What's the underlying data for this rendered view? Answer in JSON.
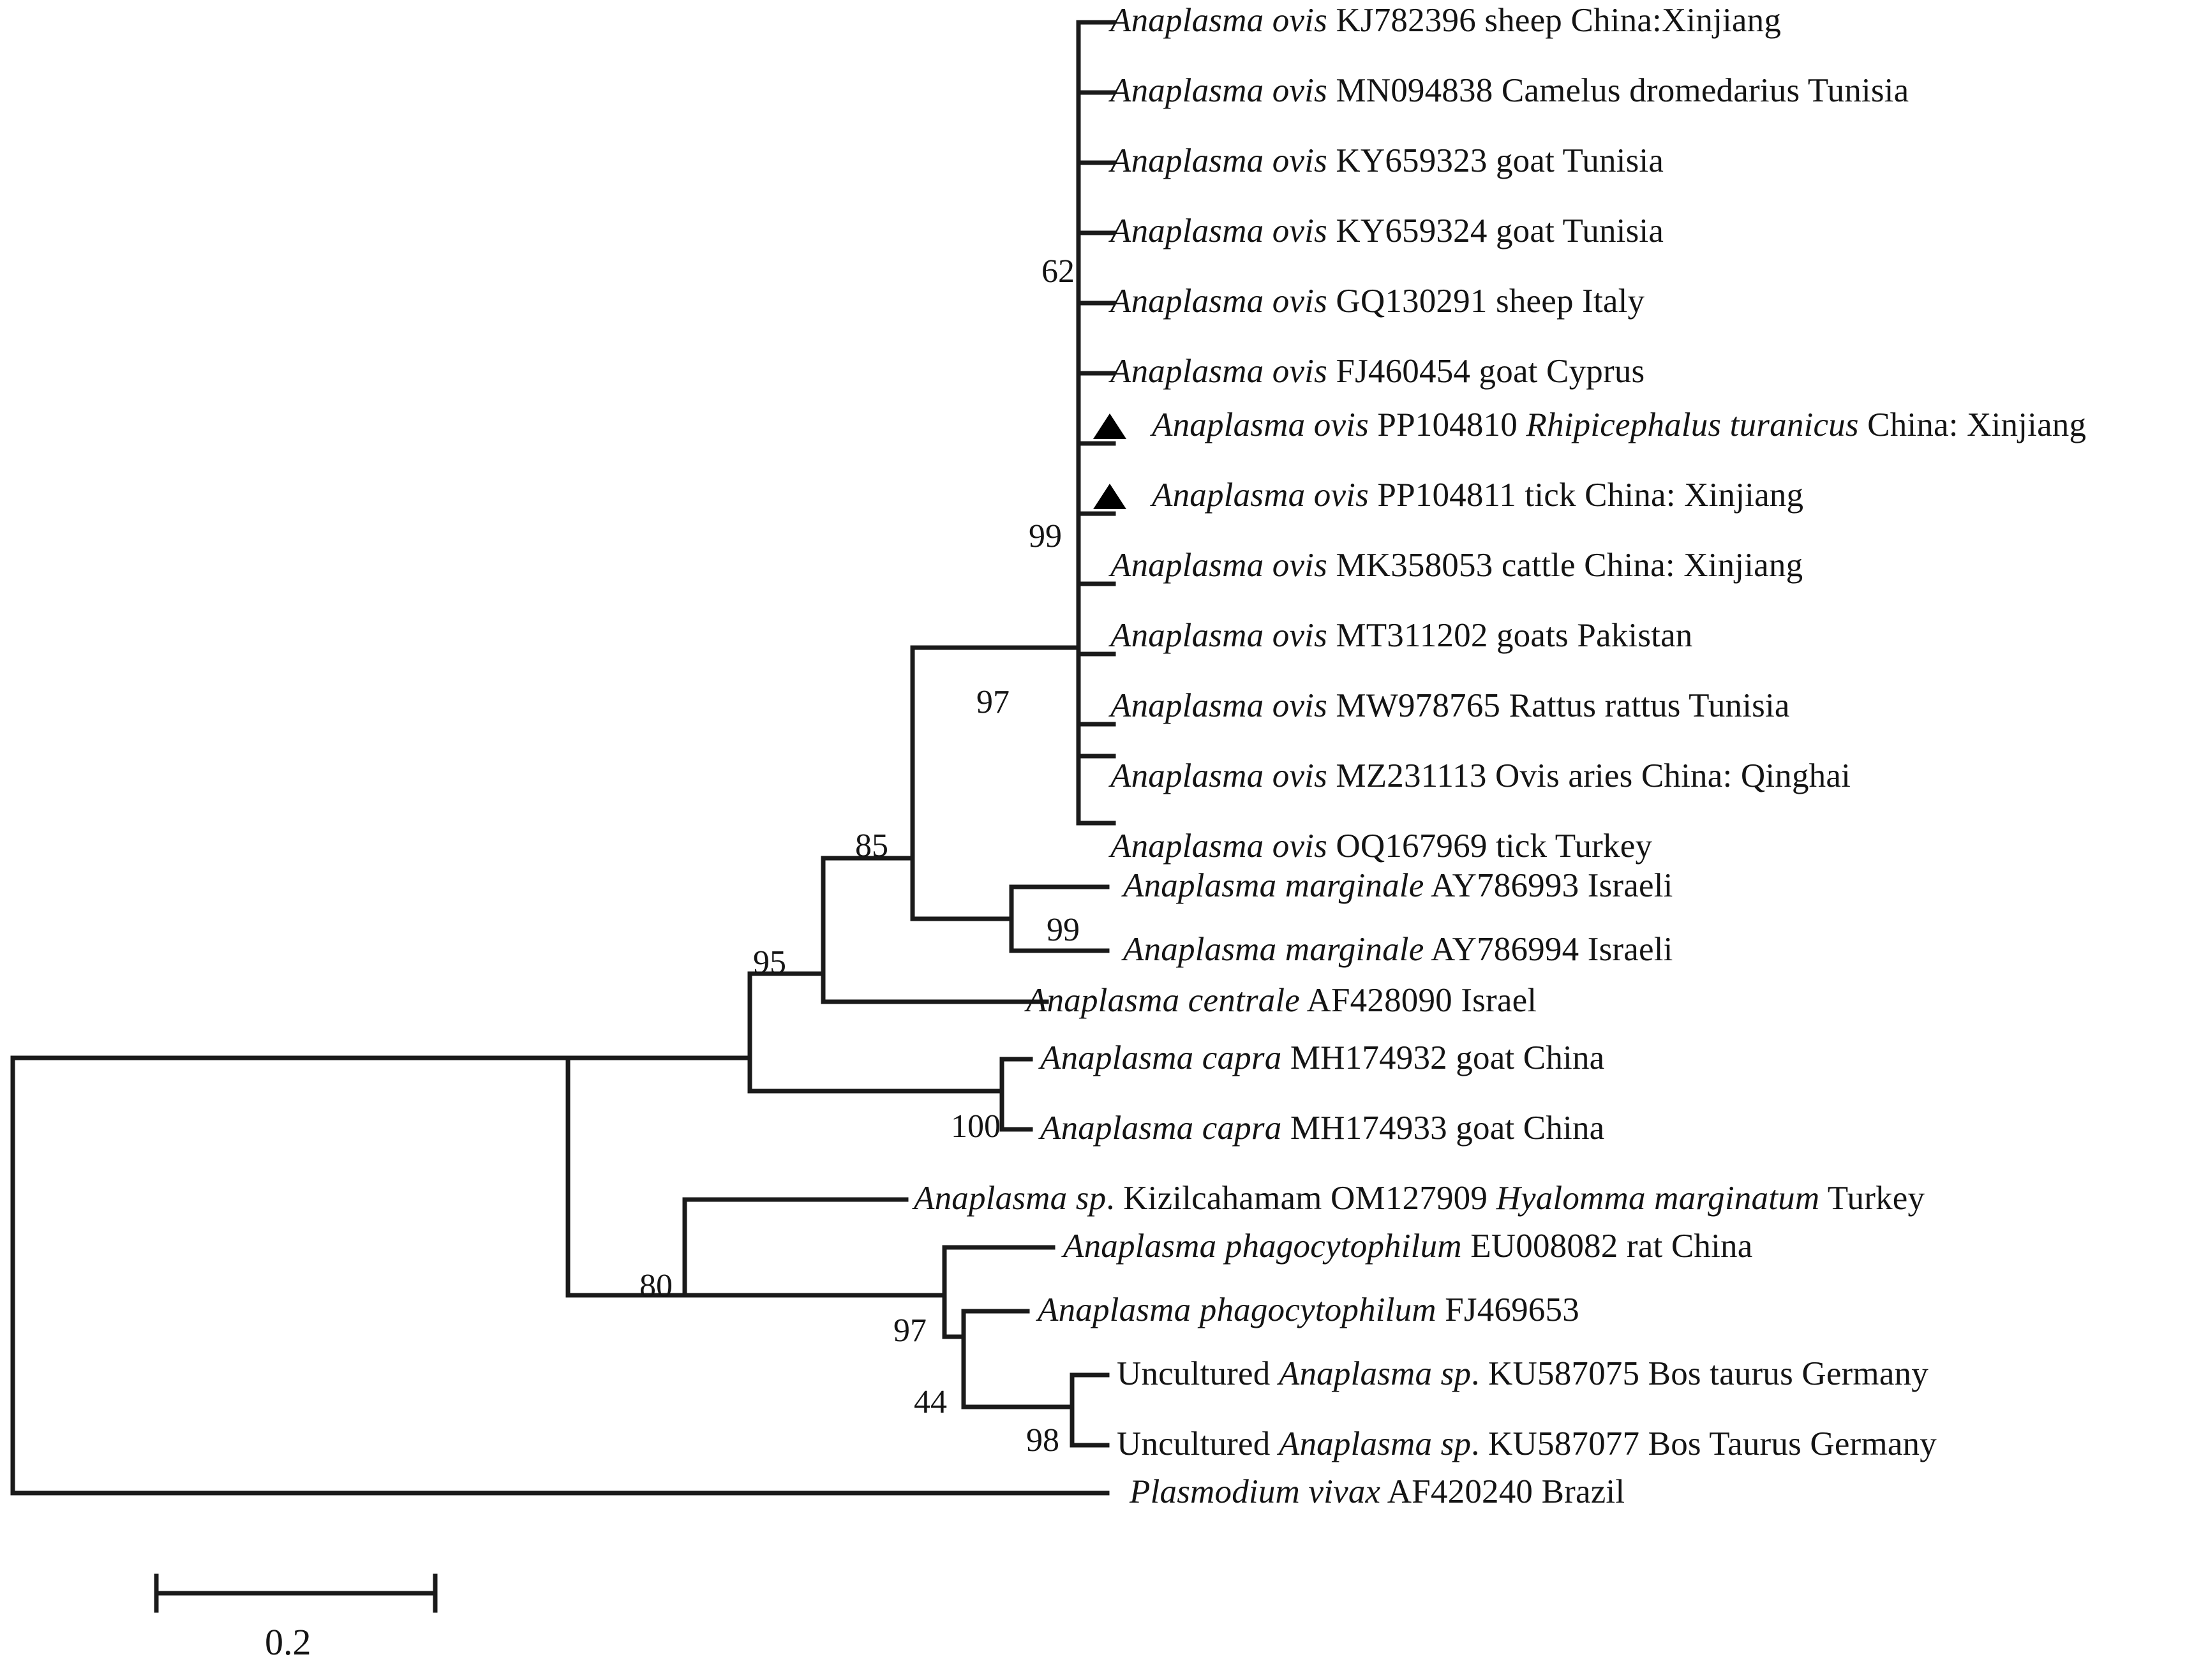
{
  "figure": {
    "type": "phylogenetic-tree",
    "layout": "rectangular-cladogram",
    "scale_bar": {
      "label": "0.2",
      "value": 0.2,
      "pixel_length": 437
    }
  },
  "chart_data": {
    "type": "tree",
    "title": "",
    "xlabel": "",
    "ylabel": "",
    "scale_bar": "0.2",
    "node_support_label": "bootstrap percentage",
    "highlight_marker": "filled-triangle",
    "taxa": [
      {
        "id": "t1",
        "marker": false,
        "parts": [
          {
            "s": "Anaplasma ovis",
            "i": true
          },
          {
            "s": " KJ782396 sheep China:Xinjiang",
            "i": false
          }
        ],
        "text": "Anaplasma ovis KJ782396 sheep China:Xinjiang"
      },
      {
        "id": "t2",
        "marker": false,
        "parts": [
          {
            "s": "Anaplasma ovis",
            "i": true
          },
          {
            "s": " MN094838 Camelus dromedarius Tunisia",
            "i": false
          }
        ],
        "text": "Anaplasma ovis MN094838 Camelus dromedarius Tunisia"
      },
      {
        "id": "t3",
        "marker": false,
        "parts": [
          {
            "s": "Anaplasma ovis",
            "i": true
          },
          {
            "s": " KY659323 goat Tunisia",
            "i": false
          }
        ],
        "text": "Anaplasma ovis KY659323 goat Tunisia"
      },
      {
        "id": "t4",
        "marker": false,
        "parts": [
          {
            "s": "Anaplasma ovis",
            "i": true
          },
          {
            "s": " KY659324 goat Tunisia",
            "i": false
          }
        ],
        "text": "Anaplasma ovis KY659324 goat Tunisia"
      },
      {
        "id": "t5",
        "marker": false,
        "parts": [
          {
            "s": "Anaplasma ovis",
            "i": true
          },
          {
            "s": " GQ130291 sheep Italy",
            "i": false
          }
        ],
        "text": "Anaplasma ovis GQ130291 sheep Italy"
      },
      {
        "id": "t6",
        "marker": false,
        "parts": [
          {
            "s": "Anaplasma ovis",
            "i": true
          },
          {
            "s": " FJ460454 goat Cyprus",
            "i": false
          }
        ],
        "text": "Anaplasma ovis FJ460454 goat Cyprus"
      },
      {
        "id": "t7",
        "marker": true,
        "parts": [
          {
            "s": "Anaplasma ovis",
            "i": true
          },
          {
            "s": " PP104810 ",
            "i": false
          },
          {
            "s": "Rhipicephalus turanicus",
            "i": true
          },
          {
            "s": " China: Xinjiang",
            "i": false
          }
        ],
        "text": "Anaplasma ovis PP104810 Rhipicephalus turanicus China: Xinjiang"
      },
      {
        "id": "t8",
        "marker": true,
        "parts": [
          {
            "s": "Anaplasma ovis",
            "i": true
          },
          {
            "s": " PP104811 tick China: Xinjiang",
            "i": false
          }
        ],
        "text": "Anaplasma ovis PP104811 tick China: Xinjiang"
      },
      {
        "id": "t9",
        "marker": false,
        "parts": [
          {
            "s": "Anaplasma ovis",
            "i": true
          },
          {
            "s": " MK358053 cattle China: Xinjiang",
            "i": false
          }
        ],
        "text": "Anaplasma ovis MK358053 cattle China: Xinjiang"
      },
      {
        "id": "t10",
        "marker": false,
        "parts": [
          {
            "s": "Anaplasma ovis",
            "i": true
          },
          {
            "s": " MT311202 goats Pakistan",
            "i": false
          }
        ],
        "text": "Anaplasma ovis MT311202 goats Pakistan"
      },
      {
        "id": "t11",
        "marker": false,
        "parts": [
          {
            "s": "Anaplasma ovis",
            "i": true
          },
          {
            "s": " MW978765 Rattus rattus Tunisia",
            "i": false
          }
        ],
        "text": "Anaplasma ovis MW978765 Rattus rattus Tunisia"
      },
      {
        "id": "t12",
        "marker": false,
        "parts": [
          {
            "s": "Anaplasma ovis",
            "i": true
          },
          {
            "s": " MZ231113 Ovis aries China: Qinghai",
            "i": false
          }
        ],
        "text": "Anaplasma ovis MZ231113 Ovis aries China: Qinghai"
      },
      {
        "id": "t13",
        "marker": false,
        "parts": [
          {
            "s": "Anaplasma ovis",
            "i": true
          },
          {
            "s": " OQ167969 tick Turkey",
            "i": false
          }
        ],
        "text": "Anaplasma ovis OQ167969 tick Turkey"
      },
      {
        "id": "t14",
        "marker": false,
        "parts": [
          {
            "s": "Anaplasma marginale",
            "i": true
          },
          {
            "s": " AY786993 Israeli",
            "i": false
          }
        ],
        "text": "Anaplasma marginale AY786993 Israeli"
      },
      {
        "id": "t15",
        "marker": false,
        "parts": [
          {
            "s": "Anaplasma marginale",
            "i": true
          },
          {
            "s": " AY786994 Israeli",
            "i": false
          }
        ],
        "text": "Anaplasma marginale AY786994 Israeli"
      },
      {
        "id": "t16",
        "marker": false,
        "parts": [
          {
            "s": "Anaplasma centrale",
            "i": true
          },
          {
            "s": " AF428090 Israel",
            "i": false
          }
        ],
        "text": "Anaplasma centrale AF428090 Israel"
      },
      {
        "id": "t17",
        "marker": false,
        "parts": [
          {
            "s": "Anaplasma capra",
            "i": true
          },
          {
            "s": " MH174932 goat China",
            "i": false
          }
        ],
        "text": "Anaplasma capra MH174932 goat China"
      },
      {
        "id": "t18",
        "marker": false,
        "parts": [
          {
            "s": "Anaplasma capra",
            "i": true
          },
          {
            "s": " MH174933 goat China",
            "i": false
          }
        ],
        "text": "Anaplasma capra MH174933 goat China"
      },
      {
        "id": "t19",
        "marker": false,
        "parts": [
          {
            "s": "Anaplasma sp",
            "i": true
          },
          {
            "s": ". Kizilcahamam OM127909 ",
            "i": false
          },
          {
            "s": "Hyalomma marginatum",
            "i": true
          },
          {
            "s": " Turkey",
            "i": false
          }
        ],
        "text": "Anaplasma sp. Kizilcahamam OM127909 Hyalomma marginatum Turkey"
      },
      {
        "id": "t20",
        "marker": false,
        "parts": [
          {
            "s": "Anaplasma phagocytophilum",
            "i": true
          },
          {
            "s": " EU008082 rat China",
            "i": false
          }
        ],
        "text": "Anaplasma phagocytophilum EU008082 rat China"
      },
      {
        "id": "t21",
        "marker": false,
        "parts": [
          {
            "s": "Anaplasma phagocytophilum",
            "i": true
          },
          {
            "s": " FJ469653",
            "i": false
          }
        ],
        "text": "Anaplasma phagocytophilum FJ469653"
      },
      {
        "id": "t22",
        "marker": false,
        "parts": [
          {
            "s": "Uncultured ",
            "i": false
          },
          {
            "s": "Anaplasma sp",
            "i": true
          },
          {
            "s": ". KU587075 Bos taurus Germany",
            "i": false
          }
        ],
        "text": "Uncultured Anaplasma sp. KU587075 Bos taurus Germany"
      },
      {
        "id": "t23",
        "marker": false,
        "parts": [
          {
            "s": "Uncultured ",
            "i": false
          },
          {
            "s": "Anaplasma sp",
            "i": true
          },
          {
            "s": ". KU587077 Bos Taurus Germany",
            "i": false
          }
        ],
        "text": "Uncultured Anaplasma sp. KU587077 Bos Taurus Germany"
      },
      {
        "id": "t24",
        "marker": false,
        "parts": [
          {
            "s": "Plasmodium vivax",
            "i": true
          },
          {
            "s": " AF420240 Brazil",
            "i": false
          }
        ],
        "text": "Plasmodium vivax AF420240 Brazil"
      }
    ],
    "bootstrap_values": [
      {
        "id": "b62",
        "value": "62"
      },
      {
        "id": "b99a",
        "value": "99"
      },
      {
        "id": "b97a",
        "value": "97"
      },
      {
        "id": "b85",
        "value": "85"
      },
      {
        "id": "b99b",
        "value": "99"
      },
      {
        "id": "b95",
        "value": "95"
      },
      {
        "id": "b100",
        "value": "100"
      },
      {
        "id": "b80",
        "value": "80"
      },
      {
        "id": "b97b",
        "value": "97"
      },
      {
        "id": "b44",
        "value": "44"
      },
      {
        "id": "b98",
        "value": "98"
      }
    ]
  }
}
